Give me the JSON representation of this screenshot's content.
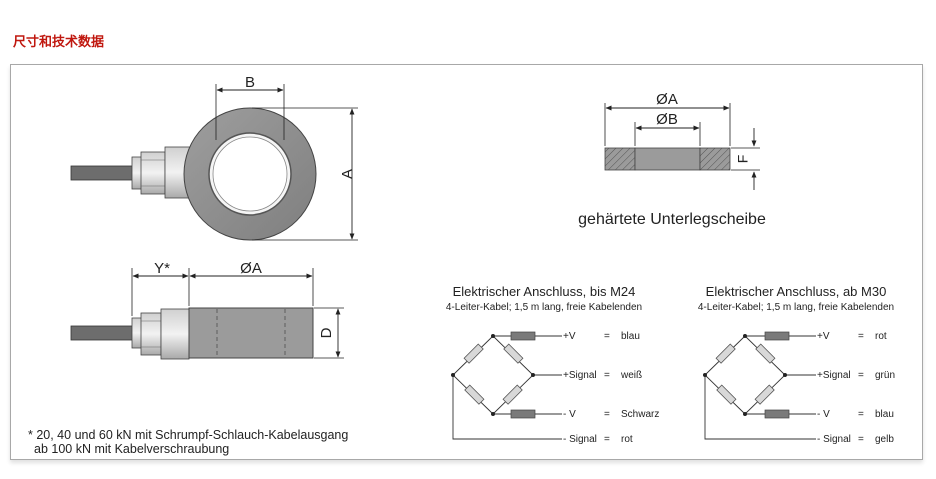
{
  "heading": "尺寸和技术数据",
  "labels": {
    "B_top": "B",
    "A": "A",
    "Y": "Y*",
    "OA_side": "ØA",
    "D": "D",
    "OA_washer": "ØA",
    "OB_washer": "ØB",
    "F": "F"
  },
  "washer_caption": "gehärtete Unterlegscheibe",
  "connections": [
    {
      "title": "Elektrischer Anschluss, bis M24",
      "subtitle": "4-Leiter-Kabel; 1,5 m lang, freie Kabelenden",
      "rows": [
        {
          "signal": "+V",
          "eq": "=",
          "color": "blau"
        },
        {
          "signal": "+Signal",
          "eq": "=",
          "color": "weiß"
        },
        {
          "signal": "- V",
          "eq": "=",
          "color": "Schwarz"
        },
        {
          "signal": "- Signal",
          "eq": "=",
          "color": "rot"
        }
      ]
    },
    {
      "title": "Elektrischer Anschluss, ab M30",
      "subtitle": "4-Leiter-Kabel; 1,5 m lang, freie Kabelenden",
      "rows": [
        {
          "signal": "+V",
          "eq": "=",
          "color": "rot"
        },
        {
          "signal": "+Signal",
          "eq": "=",
          "color": "grün"
        },
        {
          "signal": "- V",
          "eq": "=",
          "color": "blau"
        },
        {
          "signal": "- Signal",
          "eq": "=",
          "color": "gelb"
        }
      ]
    }
  ],
  "footnote_line1": "* 20, 40 und 60 kN mit Schrumpf-Schlauch-Kabelausgang",
  "footnote_line2": "ab 100 kN mit Kabelverschraubung",
  "colors": {
    "heading": "#c0180f",
    "body_gray": "#9a9a9a",
    "ring_gray": "#8c8c8c",
    "resistor": "#d8d8d8",
    "cable_block": "#7a7a7a"
  }
}
